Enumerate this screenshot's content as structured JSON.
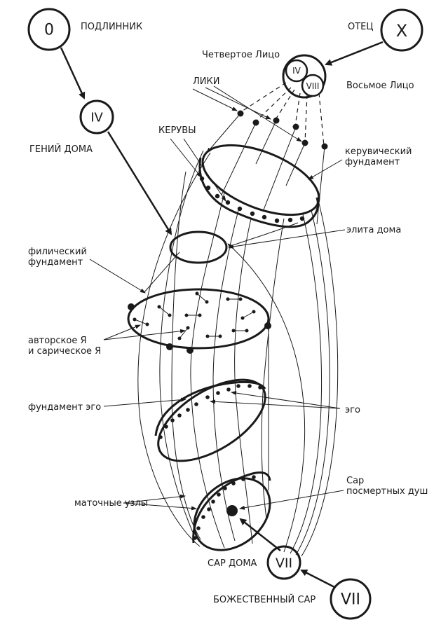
{
  "nodes": {
    "original": {
      "symbol": "0",
      "label": "ПОДЛИННИК"
    },
    "father": {
      "symbol": "X",
      "label": "ОТЕЦ"
    },
    "genius": {
      "symbol": "IV",
      "label": "ГЕНИЙ ДОМА"
    },
    "faces": {
      "inner_left": "IV",
      "inner_right": "VIII",
      "label_left": "Четвертое Лицо",
      "label_right": "Восьмое Лицо"
    },
    "house_sar": {
      "symbol": "VII",
      "label": "САР ДОМА"
    },
    "divine_sar": {
      "symbol": "VII",
      "label": "БОЖЕСТВЕННЫЙ САР"
    }
  },
  "labels": {
    "faces_group": "ЛИКИ",
    "cherubs": "КЕРУВЫ",
    "cherubic_foundation": [
      "керувический",
      "фундамент"
    ],
    "house_elite": "элита дома",
    "philic_foundation": [
      "филический",
      "фундамент"
    ],
    "author_self": [
      "авторское Я",
      "и сарическое Я"
    ],
    "ego_foundation": "фундамент эго",
    "ego": "эго",
    "uterine_nodes": "маточные узлы",
    "posthumous_sar": [
      "Сар",
      "посмертных душ"
    ]
  },
  "colors": {
    "ink": "#1a1a1a",
    "background": "#ffffff"
  }
}
